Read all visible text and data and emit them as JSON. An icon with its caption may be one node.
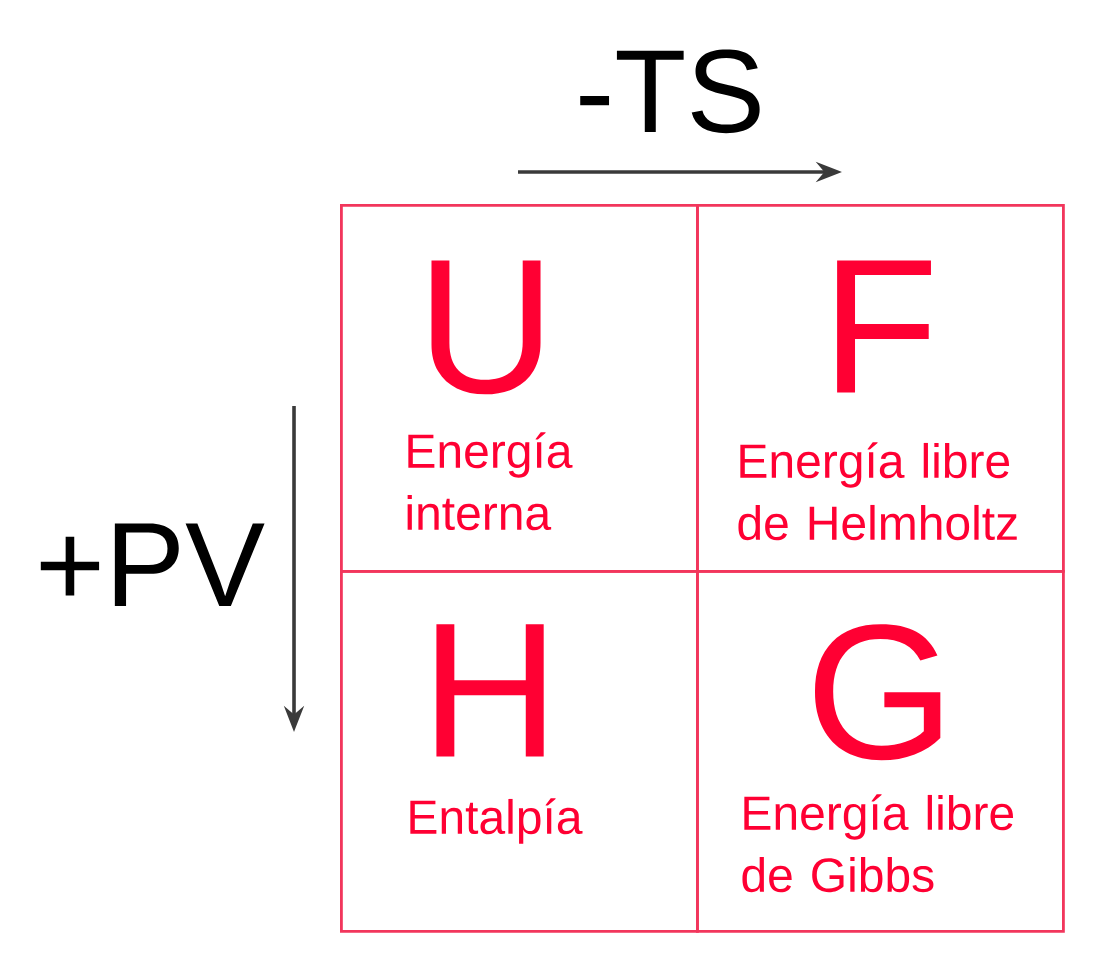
{
  "diagram": {
    "nodes": [
      {
        "text": [
          "U",
          "Energía interna"
        ]
      },
      {
        "text": [
          "F",
          "Energía libre de Helmholtz"
        ]
      },
      {
        "text": [
          "H",
          "Entalpía"
        ]
      },
      {
        "text": [
          "G",
          "Energía libre de Gibbs"
        ]
      }
    ],
    "labels": [
      "-TS",
      "+PV"
    ]
  }
}
